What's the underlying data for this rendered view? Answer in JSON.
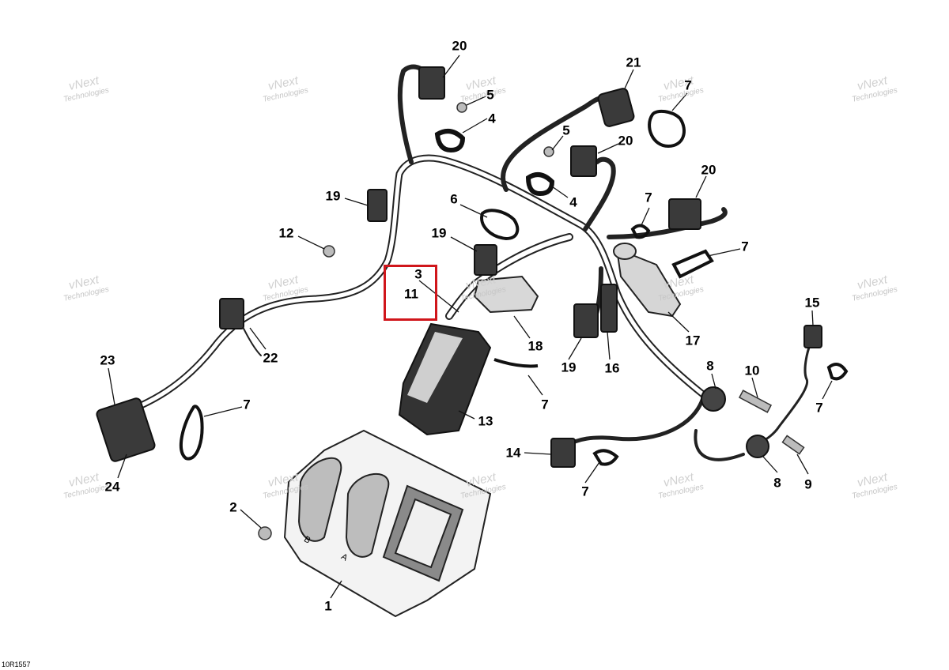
{
  "drawing_code": "10R1557",
  "watermark": {
    "line1": "vNext",
    "line2": "Technologies",
    "small": "vNext Technologies"
  },
  "highlight": {
    "color": "#d0161b",
    "target_labels": [
      "3",
      "11"
    ]
  },
  "callouts": [
    {
      "id": "c20a",
      "label": "20"
    },
    {
      "id": "c21",
      "label": "21"
    },
    {
      "id": "c5a",
      "label": "5"
    },
    {
      "id": "c4a",
      "label": "4"
    },
    {
      "id": "c7a",
      "label": "7"
    },
    {
      "id": "c5b",
      "label": "5"
    },
    {
      "id": "c20b",
      "label": "20"
    },
    {
      "id": "c4b",
      "label": "4"
    },
    {
      "id": "c20c",
      "label": "20"
    },
    {
      "id": "c19a",
      "label": "19"
    },
    {
      "id": "c6",
      "label": "6"
    },
    {
      "id": "c7b",
      "label": "7"
    },
    {
      "id": "c12",
      "label": "12"
    },
    {
      "id": "c19b",
      "label": "19"
    },
    {
      "id": "c7c",
      "label": "7"
    },
    {
      "id": "c3",
      "label": "3"
    },
    {
      "id": "c11",
      "label": "11"
    },
    {
      "id": "c17",
      "label": "17"
    },
    {
      "id": "c15",
      "label": "15"
    },
    {
      "id": "c18",
      "label": "18"
    },
    {
      "id": "c22",
      "label": "22"
    },
    {
      "id": "c23",
      "label": "23"
    },
    {
      "id": "c19c",
      "label": "19"
    },
    {
      "id": "c16",
      "label": "16"
    },
    {
      "id": "c8a",
      "label": "8"
    },
    {
      "id": "c10",
      "label": "10"
    },
    {
      "id": "c7d",
      "label": "7"
    },
    {
      "id": "c7e",
      "label": "7"
    },
    {
      "id": "c7f",
      "label": "7"
    },
    {
      "id": "c13",
      "label": "13"
    },
    {
      "id": "c14",
      "label": "14"
    },
    {
      "id": "c24",
      "label": "24"
    },
    {
      "id": "c7g",
      "label": "7"
    },
    {
      "id": "c8b",
      "label": "8"
    },
    {
      "id": "c9",
      "label": "9"
    },
    {
      "id": "c2",
      "label": "2"
    },
    {
      "id": "c1",
      "label": "1"
    }
  ],
  "ecu_connector_labels": {
    "b": "B",
    "a": "A"
  }
}
